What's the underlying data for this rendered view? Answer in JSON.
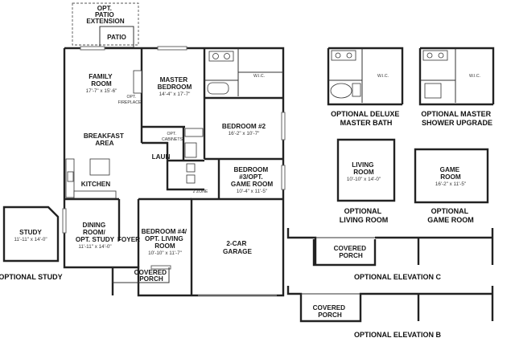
{
  "colors": {
    "wall": "#222222",
    "background": "#ffffff",
    "line": "#333333"
  },
  "main_plan": {
    "opt_patio_extension": [
      "OPT.",
      "PATIO",
      "EXTENSION"
    ],
    "patio": "PATIO",
    "family_room": {
      "name": [
        "FAMILY",
        "ROOM"
      ],
      "dims": "17'-7\" x 15'-6\""
    },
    "opt_fireplace": [
      "OPT.",
      "FIREPLACE"
    ],
    "master_bedroom": {
      "name": [
        "MASTER",
        "BEDROOM"
      ],
      "dims": "14'-4\" x 17'-7\""
    },
    "wic": "W.I.C.",
    "breakfast_area": [
      "BREAKFAST",
      "AREA"
    ],
    "opt_cabinets": [
      "OPT.",
      "CABINETS"
    ],
    "laun": "LAUN",
    "bedroom2": {
      "name": "BEDROOM #2",
      "dims": "16'-2\" x 10'-7\""
    },
    "bedroom3": {
      "name": [
        "BEDROOM",
        "#3/OPT.",
        "GAME ROOM"
      ],
      "dims": "10'-4\" x 11'-5\""
    },
    "kitchen": "KITCHEN",
    "zone": "2  ZONE",
    "dining": {
      "name": [
        "DINING",
        "ROOM/",
        "OPT. STUDY"
      ],
      "dims": "11'-11\" x 14'-0\""
    },
    "foyer": "FOYER",
    "bedroom4": {
      "name": [
        "BEDROOM #4/",
        "OPT. LIVING",
        "ROOM"
      ],
      "dims": "10'-10\" x 11'-7\""
    },
    "garage": [
      "2-CAR",
      "GARAGE"
    ],
    "covered_porch": [
      "COVERED",
      "PORCH"
    ]
  },
  "optional_study": {
    "name": "STUDY",
    "dims": "11'-11\" x 14'-0\"",
    "caption": "OPTIONAL STUDY"
  },
  "options": {
    "deluxe_bath": {
      "wic": "W.I.C.",
      "caption": [
        "OPTIONAL DELUXE",
        "MASTER BATH"
      ]
    },
    "shower_upgrade": {
      "wic": "W.I.C.",
      "caption": [
        "OPTIONAL MASTER",
        "SHOWER UPGRADE"
      ]
    },
    "living_room": {
      "name": [
        "LIVING",
        "ROOM"
      ],
      "dims": "10'-10\" x 14'-0\"",
      "caption": [
        "OPTIONAL",
        "LIVING ROOM"
      ]
    },
    "game_room": {
      "name": [
        "GAME",
        "ROOM"
      ],
      "dims": "16'-2\" x 11'-5\"",
      "caption": [
        "OPTIONAL",
        "GAME ROOM"
      ]
    },
    "elevation_c": {
      "porch": [
        "COVERED",
        "PORCH"
      ],
      "caption": "OPTIONAL ELEVATION C"
    },
    "elevation_b": {
      "porch": [
        "COVERED",
        "PORCH"
      ],
      "caption": "OPTIONAL ELEVATION B"
    }
  }
}
